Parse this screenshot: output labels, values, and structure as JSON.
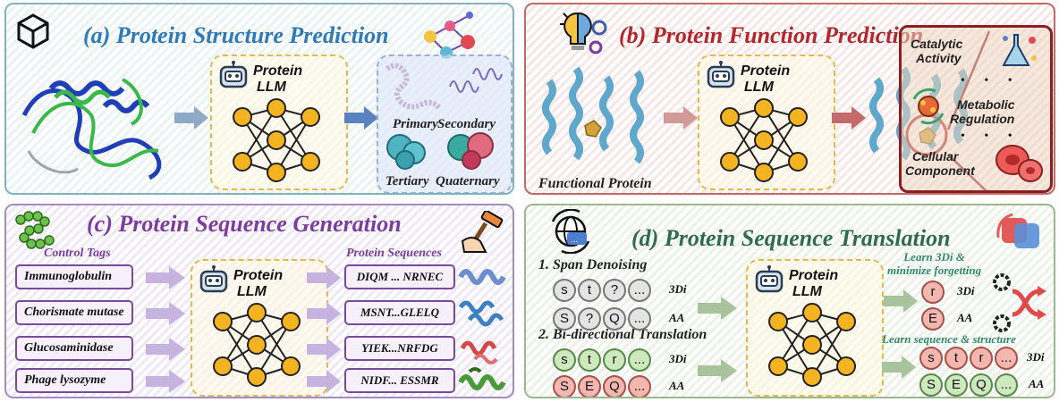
{
  "panel_a": {
    "title": "(a) Protein Structure Prediction",
    "llm": {
      "line1": "Protein",
      "line2": "LLM"
    },
    "levels": [
      "Primary",
      "Secondary",
      "Tertiary",
      "Quaternary"
    ]
  },
  "panel_b": {
    "title": "(b) Protein Function Prediction",
    "llm": {
      "line1": "Protein",
      "line2": "LLM"
    },
    "functional_protein": "Functional Protein",
    "functions": {
      "catalytic": [
        "Catalytic",
        "Activity"
      ],
      "metabolic": [
        "Metabolic",
        "Regulation"
      ],
      "cellular": [
        "Cellular",
        "Component"
      ],
      "ellipsis": "• • •"
    }
  },
  "panel_c": {
    "title": "(c) Protein Sequence Generation",
    "control_tags_header": "Control Tags",
    "sequences_header": "Protein Sequences",
    "llm": {
      "line1": "Protein",
      "line2": "LLM"
    },
    "tags": [
      "Immunoglobulin",
      "Chorismate mutase",
      "Glucosaminidase",
      "Phage lysozyme"
    ],
    "sequences": [
      "DIQM ... NRNEC",
      "MSNT...GLELQ",
      "YIEK...NRFDG",
      "NIDF... ESSMR"
    ]
  },
  "panel_d": {
    "title": "(d) Protein Sequence Translation",
    "span_denoising": "1. Span Denoising",
    "bidirectional": "2. Bi-directional Translation",
    "llm": {
      "line1": "Protein",
      "line2": "LLM"
    },
    "learn_3di": [
      "Learn 3Di &",
      "minimize forgetting"
    ],
    "learn_seq_struct": "Learn sequence & structure",
    "label_3di": "3Di",
    "label_aa": "AA",
    "tokens": {
      "sd_3di": [
        "s",
        "t",
        "?",
        "..."
      ],
      "sd_aa": [
        "S",
        "?",
        "Q",
        "..."
      ],
      "bt_3di": [
        "s",
        "t",
        "r",
        "..."
      ],
      "bt_aa": [
        "S",
        "E",
        "Q",
        "..."
      ],
      "out1_3di": [
        "r"
      ],
      "out1_aa": [
        "E"
      ],
      "out2_3di": [
        "s",
        "t",
        "r",
        "..."
      ],
      "out2_aa": [
        "S",
        "E",
        "Q",
        "..."
      ]
    }
  },
  "colors": {
    "blue_title": "#2e7ab8",
    "red_title": "#b3262c",
    "purple_title": "#7a3d9c",
    "green_title": "#2f6b4f",
    "node_orange": "#f4b320",
    "token_green": "#cfe9bf",
    "token_red": "#f4b7b0"
  }
}
